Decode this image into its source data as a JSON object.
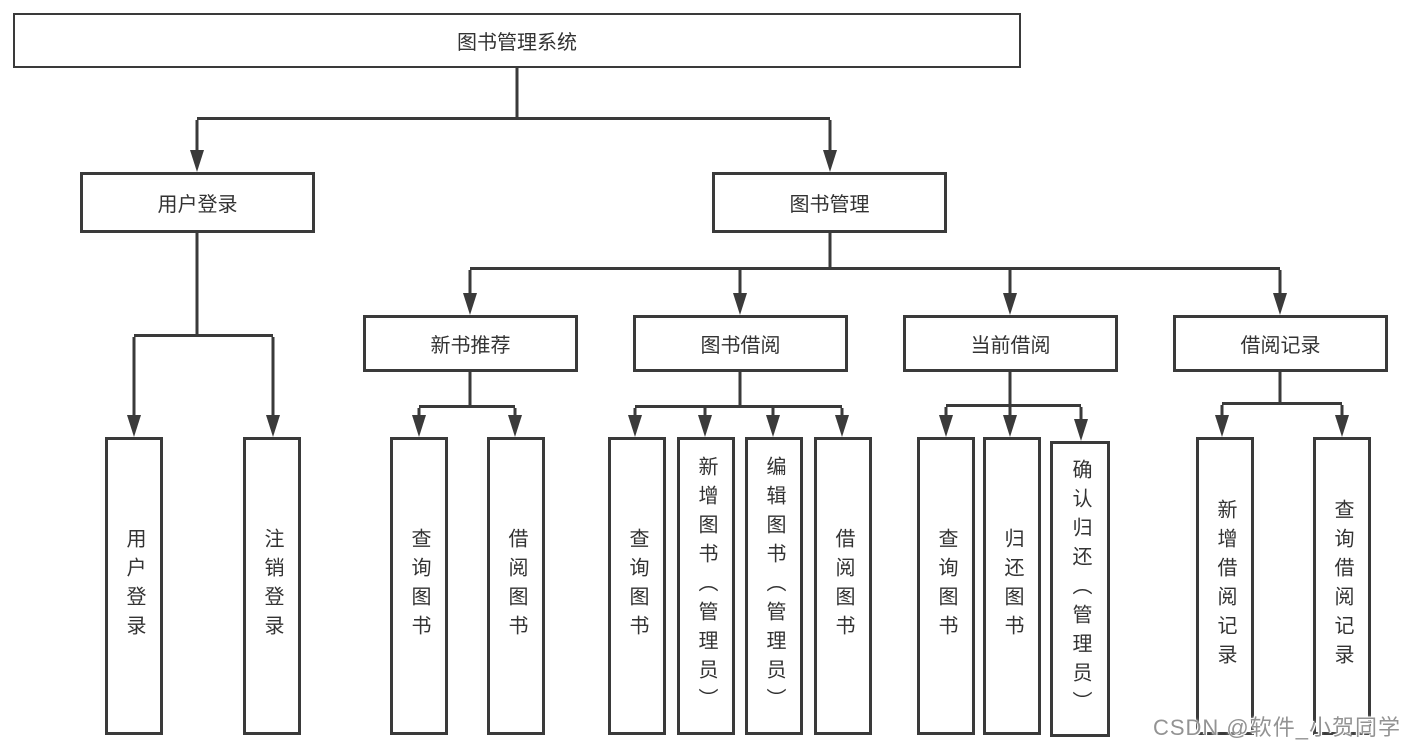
{
  "diagram": {
    "root_label": "图书管理系统",
    "level2": {
      "user_login": "用户登录",
      "book_management": "图书管理"
    },
    "level3": {
      "new_book": "新书推荐",
      "book_borrow": "图书借阅",
      "current_borrow": "当前借阅",
      "borrow_record": "借阅记录"
    },
    "leaves": {
      "user_login": "用户登录",
      "logout": "注销登录",
      "nb_query": "查询图书",
      "nb_borrow": "借阅图书",
      "bb_query": "查询图书",
      "bb_add": "新增图书（管理员）",
      "bb_edit": "编辑图书（管理员）",
      "bb_borrow": "借阅图书",
      "cb_query": "查询图书",
      "cb_return": "归还图书",
      "cb_confirm": "确认归还（管理员）",
      "br_add": "新增借阅记录",
      "br_query": "查询借阅记录"
    }
  },
  "watermark": {
    "text": "CSDN @软件_小贺同学"
  },
  "colors": {
    "line": "#3a3a3a",
    "text": "#333333",
    "watermark": "#939393",
    "background": "#ffffff"
  }
}
